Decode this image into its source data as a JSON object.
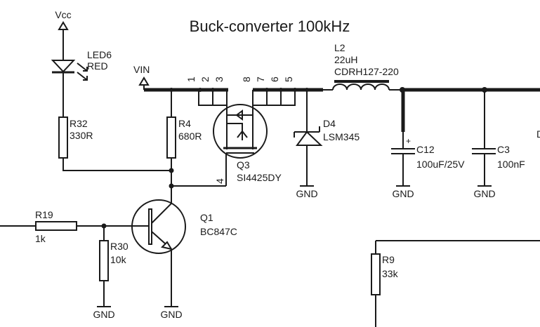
{
  "title": "Buck-converter 100kHz",
  "nets": {
    "vcc": "Vcc",
    "vin": "VIN",
    "gnd": "GND"
  },
  "components": {
    "led6": {
      "ref": "LED6",
      "value": "RED"
    },
    "r32": {
      "ref": "R32",
      "value": "330R"
    },
    "r4": {
      "ref": "R4",
      "value": "680R"
    },
    "q3": {
      "ref": "Q3",
      "value": "SI4425DY",
      "pins": [
        "1",
        "2",
        "3",
        "8",
        "7",
        "6",
        "5",
        "4"
      ]
    },
    "d4": {
      "ref": "D4",
      "value": "LSM345"
    },
    "l2": {
      "ref": "L2",
      "value": "22uH",
      "part": "CDRH127-220"
    },
    "c12": {
      "ref": "C12",
      "value": "100uF/25V",
      "polarity": "+"
    },
    "c3": {
      "ref": "C3",
      "value": "100nF"
    },
    "q1": {
      "ref": "Q1",
      "value": "BC847C"
    },
    "r19": {
      "ref": "R19",
      "value": "1k"
    },
    "r30": {
      "ref": "R30",
      "value": "10k"
    },
    "r9": {
      "ref": "R9",
      "value": "33k"
    },
    "offscreen": {
      "ref": "D"
    }
  }
}
